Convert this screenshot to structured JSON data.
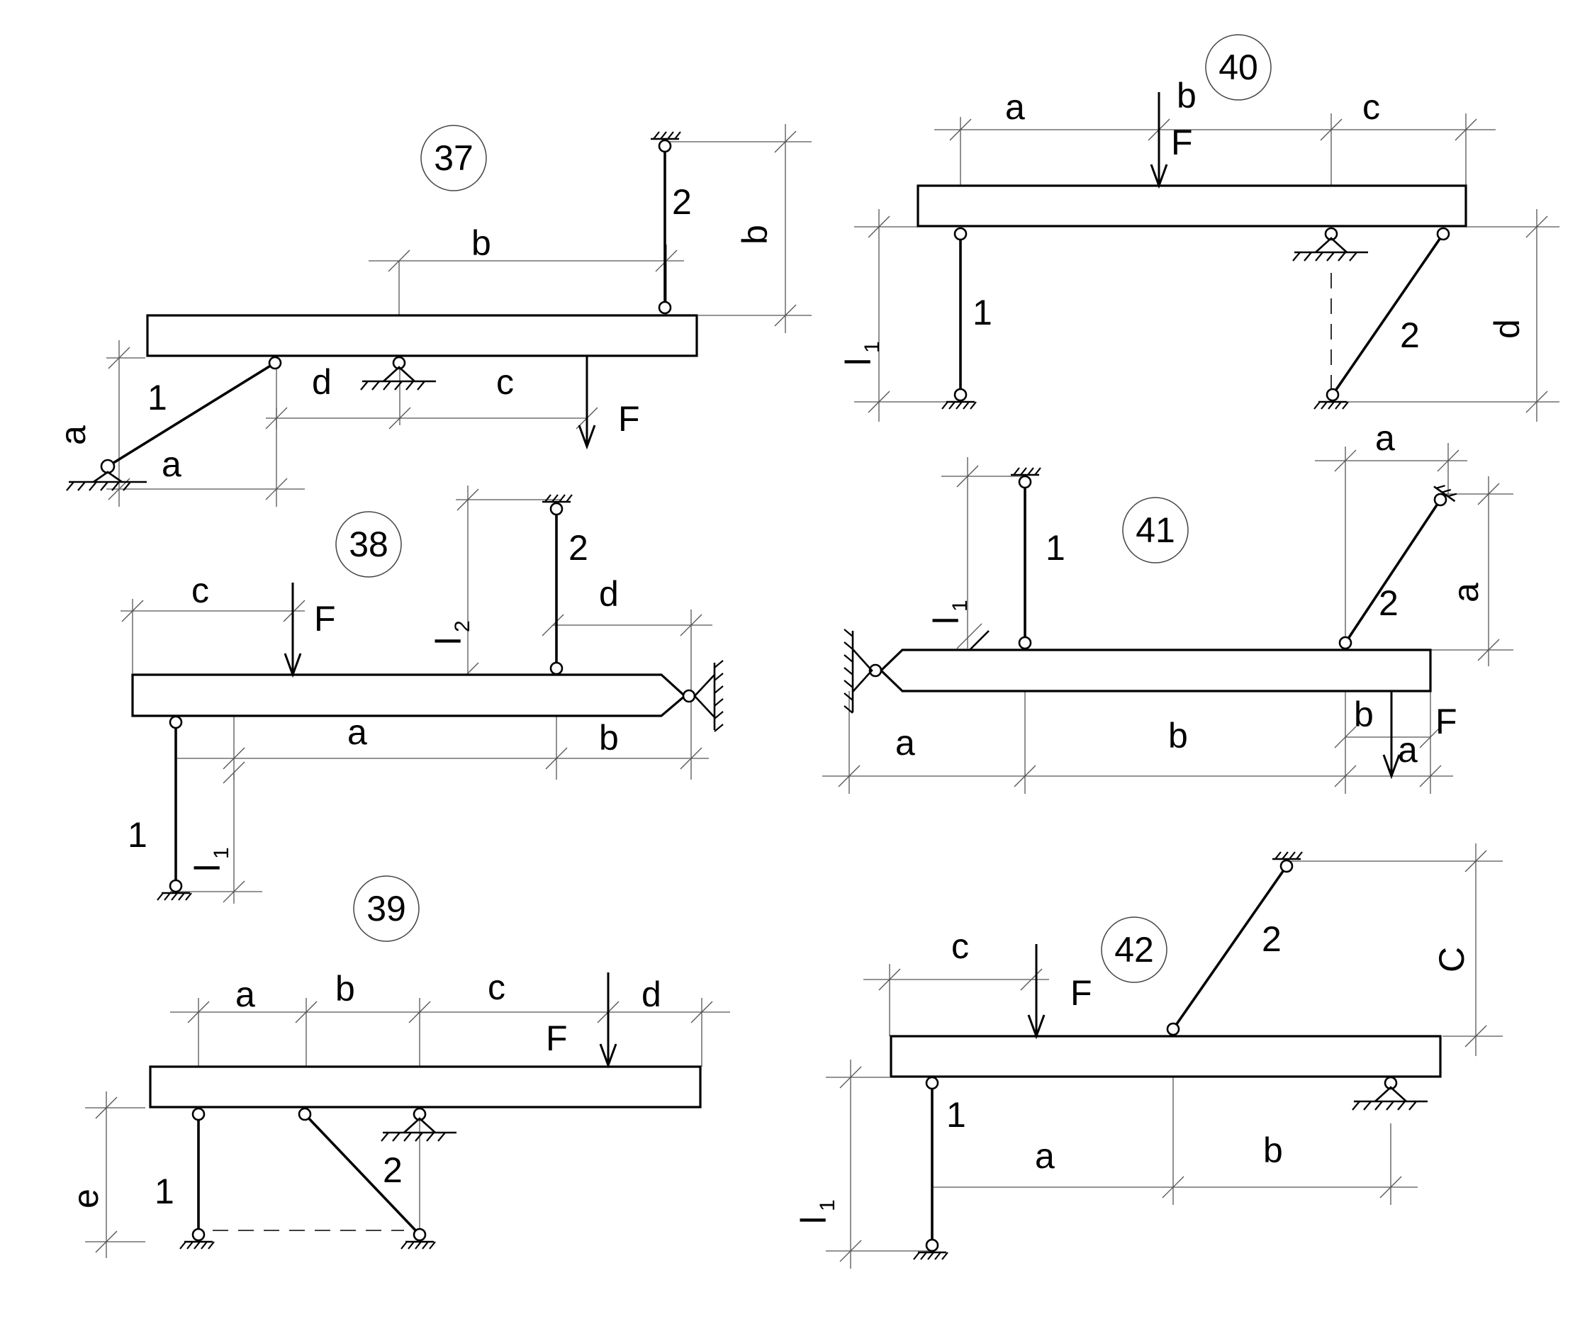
{
  "problems": {
    "p37": {
      "number": "37",
      "dims": {
        "top_b": "b",
        "right_b": "b",
        "left_a": "a",
        "bottom_a": "a",
        "d": "d",
        "c": "c"
      },
      "force": "F",
      "rods": {
        "r1": "1",
        "r2": "2"
      }
    },
    "p38": {
      "number": "38",
      "dims": {
        "c": "c",
        "l2": "l",
        "l2_sub": "2",
        "d": "d",
        "a": "a",
        "b": "b",
        "l1": "l",
        "l1_sub": "1"
      },
      "force": "F",
      "rods": {
        "r1": "1",
        "r2": "2"
      }
    },
    "p39": {
      "number": "39",
      "dims": {
        "a": "a",
        "b": "b",
        "c": "c",
        "d": "d",
        "e": "e"
      },
      "force": "F",
      "rods": {
        "r1": "1",
        "r2": "2"
      }
    },
    "p40": {
      "number": "40",
      "dims": {
        "a": "a",
        "b": "b",
        "c": "c",
        "l1": "l",
        "l1_sub": "1",
        "d": "d"
      },
      "force": "F",
      "rods": {
        "r1": "1",
        "r2": "2"
      }
    },
    "p41": {
      "number": "41",
      "dims": {
        "top_a": "a",
        "l1": "l",
        "l1_sub": "1",
        "right_a": "a",
        "bottom_a": "a",
        "b": "b",
        "small_b": "b",
        "small_a": "a"
      },
      "force": "F",
      "rods": {
        "r1": "1",
        "r2": "2"
      }
    },
    "p42": {
      "number": "42",
      "dims": {
        "c": "c",
        "C": "C",
        "l1": "l",
        "l1_sub": "1",
        "a": "a",
        "b": "b"
      },
      "force": "F",
      "rods": {
        "r1": "1",
        "r2": "2"
      }
    }
  }
}
